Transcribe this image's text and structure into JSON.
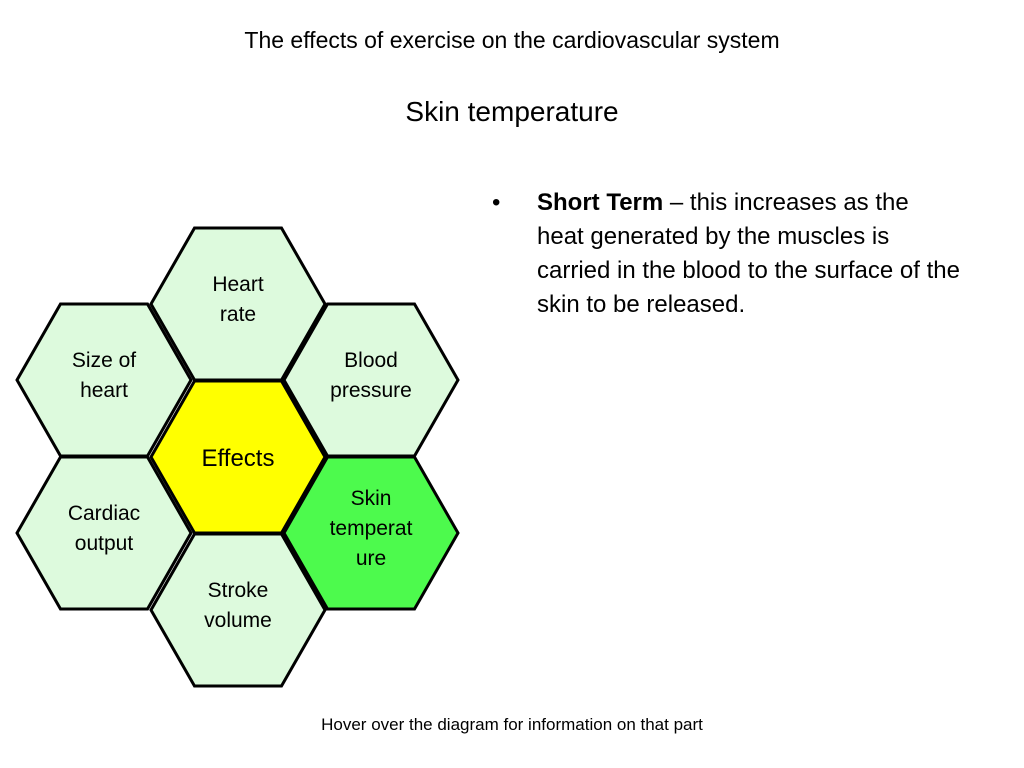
{
  "header": {
    "title": "The effects of exercise on the cardiovascular system",
    "subtitle": "Skin temperature"
  },
  "diagram": {
    "hexagons": [
      {
        "id": "center",
        "lines": [
          "Effects"
        ],
        "color": "#ffff00",
        "role": "center"
      },
      {
        "id": "heart-rate",
        "lines": [
          "Heart",
          "rate"
        ],
        "color": "#ddfadd"
      },
      {
        "id": "blood-pressure",
        "lines": [
          "Blood",
          "pressure"
        ],
        "color": "#ddfadd"
      },
      {
        "id": "skin-temperature",
        "lines": [
          "Skin",
          "temperat",
          "ure"
        ],
        "color": "#4dfa4d",
        "selected": true
      },
      {
        "id": "stroke-volume",
        "lines": [
          "Stroke",
          "volume"
        ],
        "color": "#ddfadd"
      },
      {
        "id": "cardiac-output",
        "lines": [
          "Cardiac",
          "output"
        ],
        "color": "#ddfadd"
      },
      {
        "id": "size-of-heart",
        "lines": [
          "Size of",
          "heart"
        ],
        "color": "#ddfadd"
      }
    ]
  },
  "info": {
    "bullet": "•",
    "term": "Short Term",
    "text": " – this increases as the heat generated by the muscles is carried in the blood to the surface of the skin to be released."
  },
  "footer": {
    "hint": "Hover over the diagram for information on that part"
  }
}
